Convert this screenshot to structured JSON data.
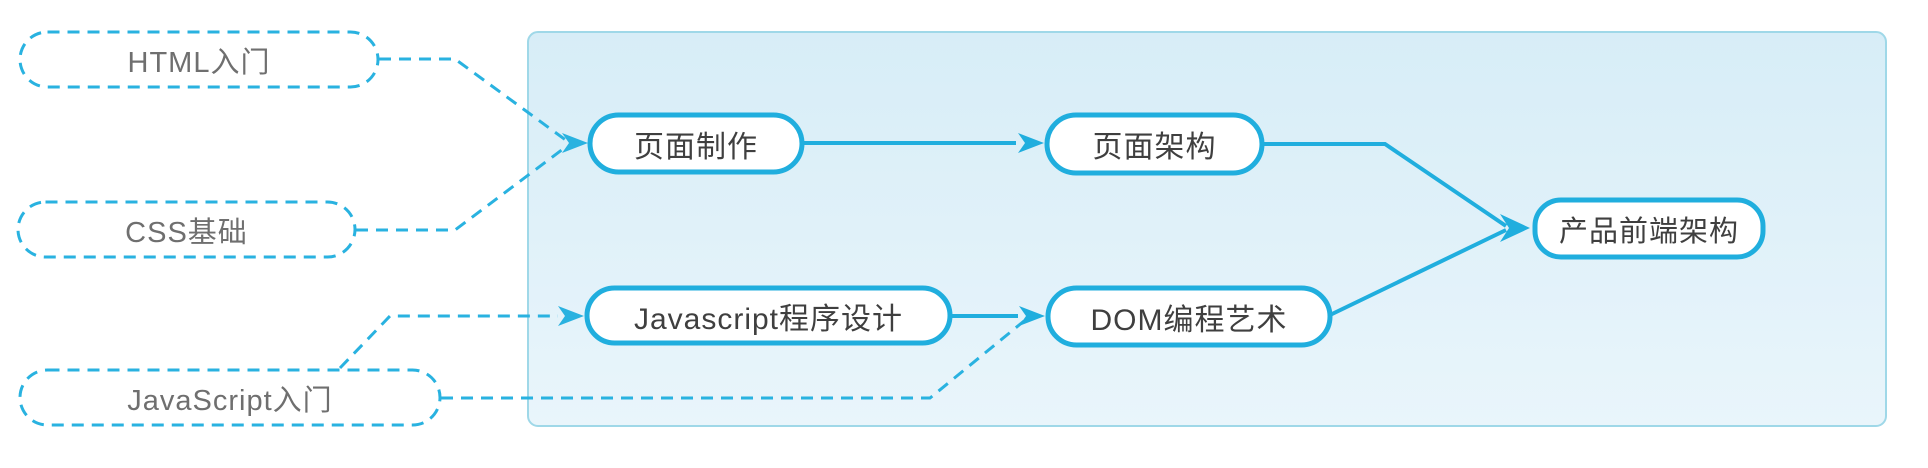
{
  "diagram": {
    "nodes": {
      "html_intro": {
        "label": "HTML入门",
        "type": "external-dashed"
      },
      "css_basic": {
        "label": "CSS基础",
        "type": "external-dashed"
      },
      "js_intro": {
        "label": "JavaScript入门",
        "type": "external-dashed"
      },
      "page_making": {
        "label": "页面制作",
        "type": "course-solid"
      },
      "page_arch": {
        "label": "页面架构",
        "type": "course-solid"
      },
      "js_prog": {
        "label": "Javascript程序设计",
        "type": "course-solid"
      },
      "dom_art": {
        "label": "DOM编程艺术",
        "type": "course-solid"
      },
      "product_arch": {
        "label": "产品前端架构",
        "type": "course-solid"
      }
    },
    "edges": [
      {
        "from": "HTML入门",
        "to": "页面制作",
        "style": "dashed"
      },
      {
        "from": "CSS基础",
        "to": "页面制作",
        "style": "dashed"
      },
      {
        "from": "JavaScript入门",
        "to": "Javascript程序设计",
        "style": "dashed"
      },
      {
        "from": "JavaScript入门",
        "to": "DOM编程艺术",
        "style": "dashed"
      },
      {
        "from": "页面制作",
        "to": "页面架构",
        "style": "solid"
      },
      {
        "from": "Javascript程序设计",
        "to": "DOM编程艺术",
        "style": "solid"
      },
      {
        "from": "页面架构",
        "to": "产品前端架构",
        "style": "solid"
      },
      {
        "from": "DOM编程艺术",
        "to": "产品前端架构",
        "style": "solid"
      }
    ],
    "colors": {
      "accent_solid": "#20aede",
      "accent_dashed": "#29b2e0",
      "panel_fill_top": "#d7edf7",
      "panel_fill_bottom": "#e9f5fb",
      "panel_border": "#9fd8e8",
      "node_fill": "#ffffff",
      "solid_node_text": "#3f3f3f",
      "dashed_node_text": "#6f6f6f"
    }
  }
}
